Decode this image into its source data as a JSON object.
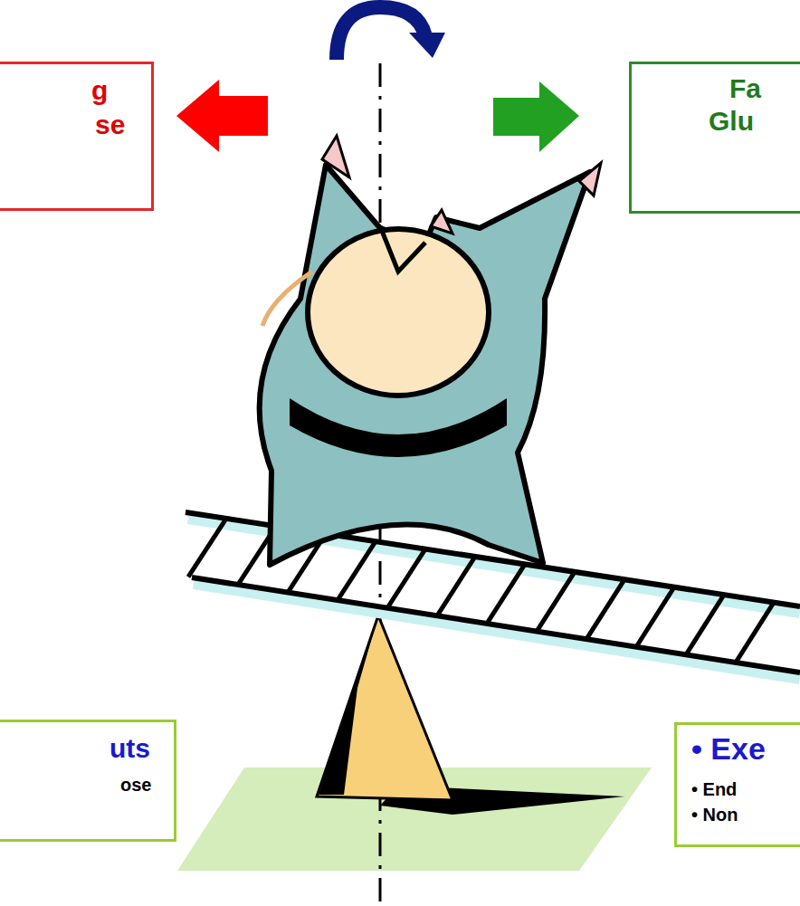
{
  "diagram": {
    "nodes": [
      {
        "text": [
          "g",
          "se"
        ]
      },
      {
        "text": [
          "Fa",
          "Glu"
        ]
      },
      {
        "text": [
          "uts",
          "ose"
        ]
      },
      {
        "text": [
          "• Exe",
          "• End",
          "• Non"
        ]
      }
    ]
  }
}
